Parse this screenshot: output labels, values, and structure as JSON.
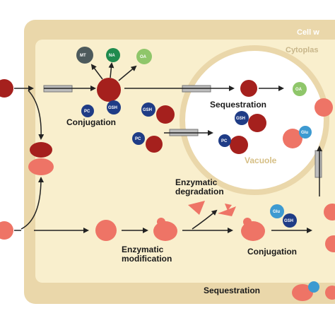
{
  "diagram": {
    "wall_label": "Cell w",
    "cytoplasm_label": "Cytoplas",
    "vacuole_label": "Vacuole",
    "sequestration_vacuole": "Sequestration",
    "conjugation_top": "Conjugation",
    "enzymatic_degradation_line1": "Enzymatic",
    "enzymatic_degradation_line2": "degradation",
    "enzymatic_modification_line1": "Enzymatic",
    "enzymatic_modification_line2": "modification",
    "conjugation_bottom": "Conjugation",
    "sequestration_bottom": "Sequestration",
    "molecules": {
      "mt": "MT",
      "na": "NA",
      "oa_top": "OA",
      "oa_vacuole": "OA",
      "pc_left": "PC",
      "gsh_left": "GSH",
      "gsh_right": "GSH",
      "pc_mid": "PC",
      "gsh_vacuole": "GSH",
      "pc_vacuole": "PC",
      "glu_vacuole": "Glu",
      "glu_bottom": "Glu",
      "gsh_bottom": "GSH"
    },
    "colors": {
      "outer_wall": "#ead7aa",
      "cytoplasm": "#f9efcd",
      "dark_metal": "#a5201d",
      "light_metal": "#ee7466",
      "vacuole": "#ffffff",
      "pc": "#1f3c86",
      "gsh": "#1f3c86",
      "glu": "#3d9ad1",
      "mt": "#4d5a5c",
      "na": "#1f8b4e",
      "oa": "#8fc66a"
    }
  }
}
